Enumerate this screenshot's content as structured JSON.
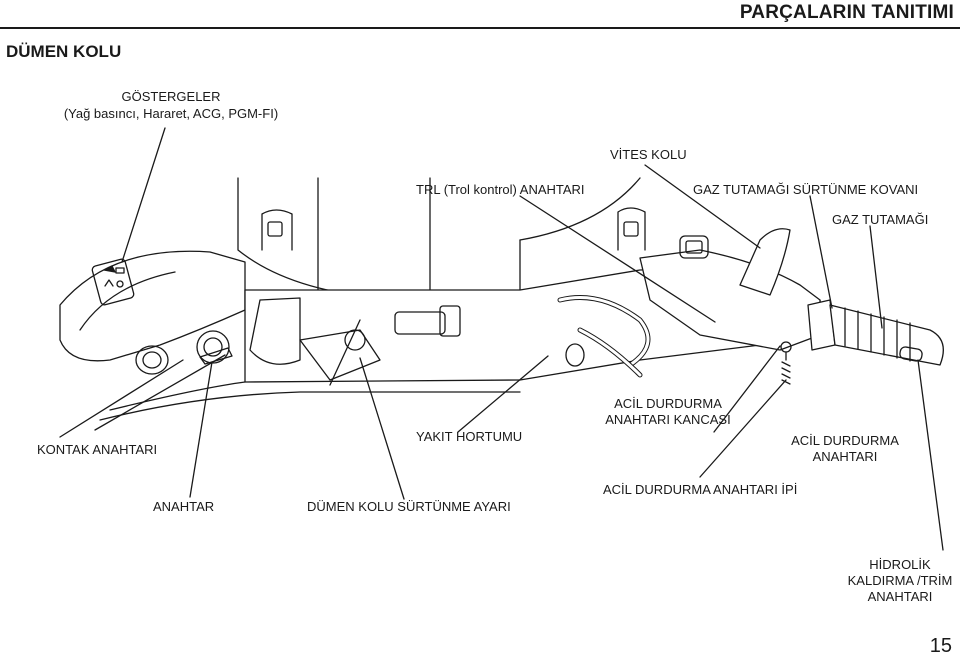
{
  "header": {
    "title": "PARÇALARIN TANITIMI"
  },
  "section": {
    "title": "DÜMEN KOLU"
  },
  "labels": {
    "gauges_line1": "GÖSTERGELER",
    "gauges_line2": "(Yağ basıncı, Hararet, ACG, PGM-FI)",
    "shift_lever": "VİTES KOLU",
    "trl_switch": "TRL (Trol kontrol) ANAHTARI",
    "throttle_friction": "GAZ TUTAMAĞI SÜRTÜNME KOVANI",
    "throttle_grip": "GAZ TUTAMAĞI",
    "ignition_switch": "KONTAK ANAHTARI",
    "fuel_hose": "YAKIT HORTUMU",
    "stop_clip_line1": "ACİL DURDURMA",
    "stop_clip_line2": "ANAHTARI KANCASI",
    "stop_switch_line1": "ACİL DURDURMA",
    "stop_switch_line2": "ANAHTARI",
    "key": "ANAHTAR",
    "steering_friction": "DÜMEN KOLU SÜRTÜNME AYARI",
    "stop_lanyard": "ACİL DURDURMA ANAHTARI İPİ",
    "tilt_line1": "HİDROLİK",
    "tilt_line2": "KALDIRMA /TRİM",
    "tilt_line3": "ANAHTARI"
  },
  "page": {
    "number": "15"
  }
}
